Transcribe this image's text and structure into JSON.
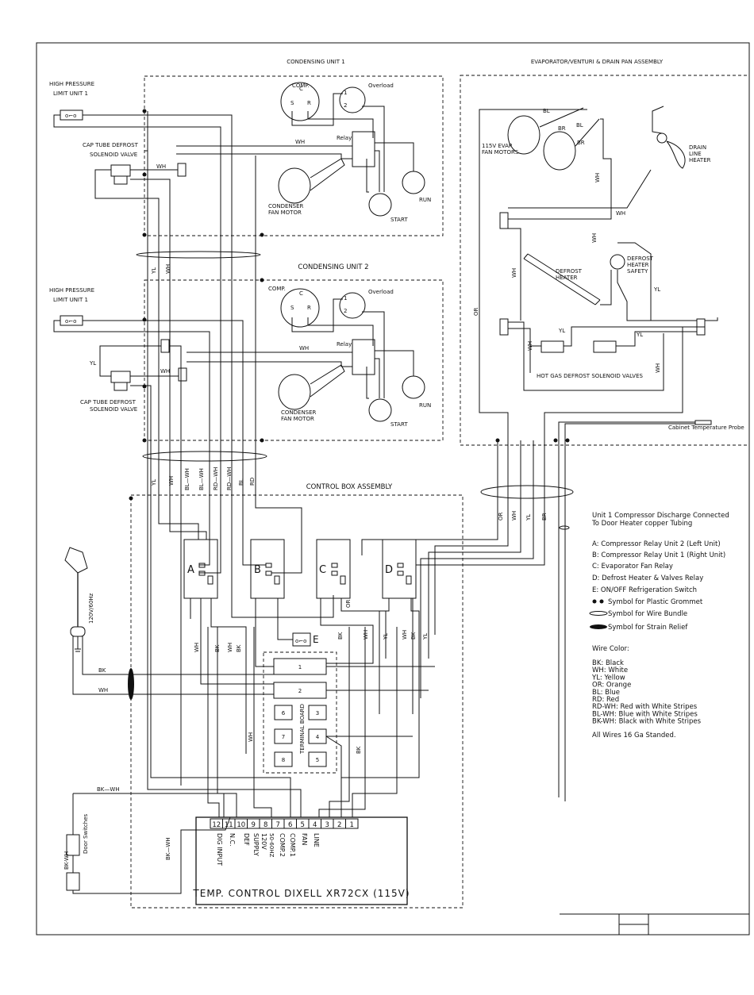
{
  "sections": {
    "condensing_unit_1": "CONDENSING UNIT 1",
    "condensing_unit_2": "CONDENSING UNIT 2",
    "evaporator": "EVAPORATOR/VENTURI & DRAIN PAN ASSEMBLY",
    "control_box": "CONTROL BOX ASSEMBLY"
  },
  "unit1": {
    "comp": "COMP.",
    "overload": "Overload",
    "relay": "Relay",
    "fan_motor": [
      "CONDENSER",
      "FAN MOTOR"
    ],
    "start": "START",
    "run": "RUN",
    "hp_limit": [
      "HIGH PRESSURE",
      "LIMIT UNIT 1"
    ],
    "cap_tube": [
      "CAP TUBE DEFROST",
      "SOLENOID VALVE"
    ]
  },
  "unit2": {
    "comp": "COMP.",
    "overload": "Overload",
    "relay": "Relay",
    "fan_motor": [
      "CONDENSER",
      "FAN MOTOR"
    ],
    "start": "START",
    "run": "RUN",
    "hp_limit": [
      "HIGH PRESSURE",
      "LIMIT UNIT 1"
    ],
    "cap_tube": [
      "CAP TUBE DEFROST",
      "SOLENOID VALVE"
    ]
  },
  "evap": {
    "fan_motors": [
      "115V EVAP",
      "FAN MOTORS"
    ],
    "drain_heater": [
      "DRAIN",
      "LINE",
      "HEATER"
    ],
    "defrost_heater": [
      "DEFROST",
      "HEATER"
    ],
    "defrost_safety": [
      "DEFROST",
      "HEATER",
      "SAFETY"
    ],
    "hot_gas": "HOT GAS DEFROST SOLENOID VALVES",
    "probe": "Cabinet Temperature Probe"
  },
  "relays": [
    "A",
    "B",
    "C",
    "D"
  ],
  "switch_label": "E",
  "terminal_board": "TERMINAL BOARD",
  "terminal_blocks": [
    "1",
    "2"
  ],
  "terminal_cells": [
    "6",
    "3",
    "7",
    "4",
    "8",
    "5"
  ],
  "power_cord": "120V/60Hz",
  "door_switches": "Door Switches",
  "controller": {
    "title": "TEMP. CONTROL DIXELL XR72CX (115V)",
    "terminals": [
      "12",
      "11",
      "10",
      "9",
      "8",
      "7",
      "6",
      "5",
      "4",
      "3",
      "2",
      "1"
    ],
    "functions": [
      "DIG INPUT",
      "N.C.",
      "DEF",
      "SUPPLY",
      "120V",
      "50-60HZ",
      "COMP.2",
      "COMP.1",
      "FAN",
      "LINE"
    ]
  },
  "wire_labels": {
    "bk": "BK",
    "wh": "WH",
    "yl": "YL",
    "or": "OR",
    "br": "BR",
    "bl": "BL",
    "rd": "RD",
    "bl_wh": "BL—WH",
    "rd_wh": "RD—WH",
    "bk_wh": "BK—WH",
    "bk_wh2": "BK-WH"
  },
  "legend": {
    "note": [
      "Unit 1 Compressor Discharge Connected",
      "To Door Heater copper Tubing"
    ],
    "items": [
      "A: Compressor Relay Unit 2 (Left Unit)",
      "B: Compressor Relay Unit 1 (Right Unit)",
      "C: Evaporator Fan Relay",
      "D: Defrost Heater & Valves Relay",
      "E: ON/OFF Refrigeration Switch"
    ],
    "symbols": [
      "Symbol for Plastic Grommet",
      "Symbol for Wire Bundle",
      "Symbol for Strain Relief"
    ],
    "wire_color_title": "Wire Color:",
    "colors": [
      "BK: Black",
      "WH: White",
      "YL: Yellow",
      "OR: Orange",
      "BL: Blue",
      "RD: Red",
      "RD-WH: Red with White Stripes",
      "BL-WH: Blue with White Stripes",
      "BK-WH: Black with White Stripes"
    ],
    "gauge": "All Wires 16 Ga Standed."
  }
}
